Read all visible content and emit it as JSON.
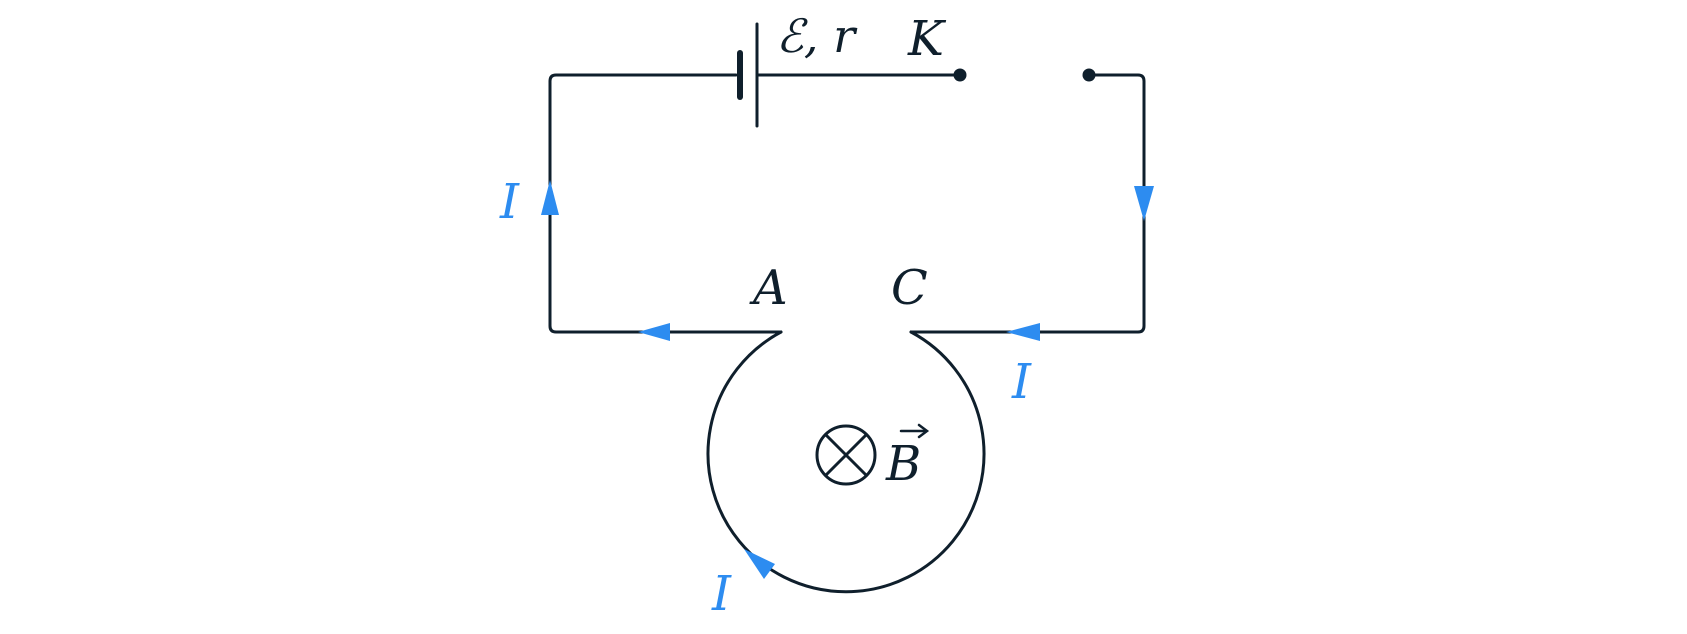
{
  "labels": {
    "emf": "ℰ, r",
    "switch": "K",
    "point_a": "A",
    "point_c": "C",
    "field": "B",
    "current_left": "I",
    "current_right": "I",
    "current_loop": "I"
  },
  "colors": {
    "wire": "#0f1f2c",
    "current": "#2d8cf0"
  },
  "icons": {
    "field_direction": "cross-in-circle-icon",
    "vector_arrow": "arrow-right-icon"
  }
}
